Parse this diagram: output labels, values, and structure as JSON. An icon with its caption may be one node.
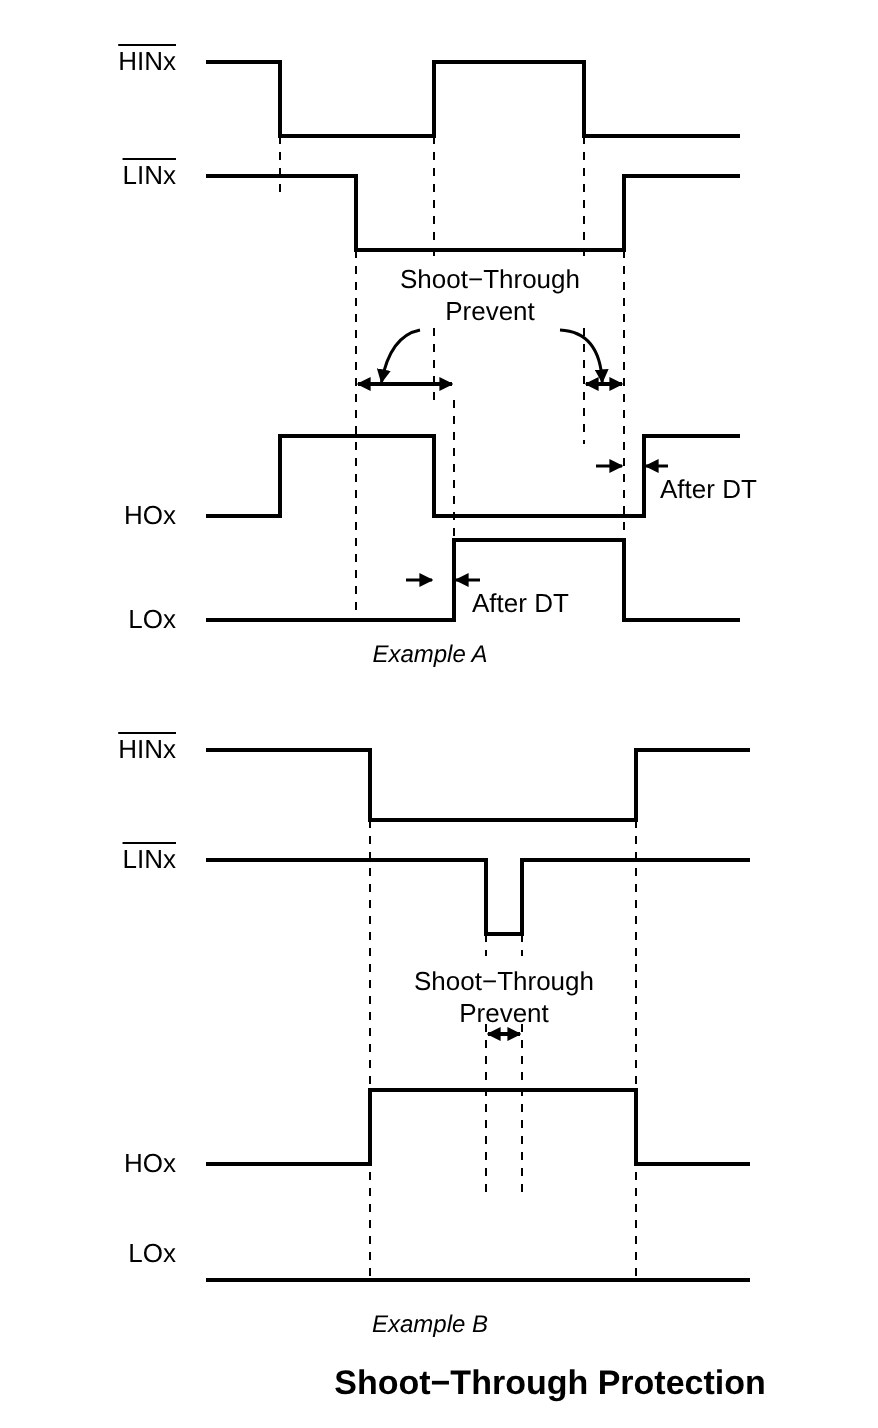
{
  "diagram": {
    "caption": "Shoot−Through Protection",
    "nodes": [
      {
        "text": [
          "Shoot−Through Prevent"
        ]
      },
      {
        "text": [],
        "shape": "arrow"
      },
      {
        "text": [],
        "shape": "arrow"
      }
    ],
    "edges": [
      {
        "from": 0,
        "to": 1,
        "arrow": "to"
      },
      {
        "from": 0,
        "to": 2,
        "arrow": "to"
      }
    ],
    "labels": [
      "HINx",
      "LINx",
      "HOx",
      "After DT",
      "LOx",
      "After DT",
      "Example A",
      "HINx",
      "LINx",
      "Shoot−Through Prevent",
      "HOx",
      "LOx",
      "Example B"
    ]
  }
}
